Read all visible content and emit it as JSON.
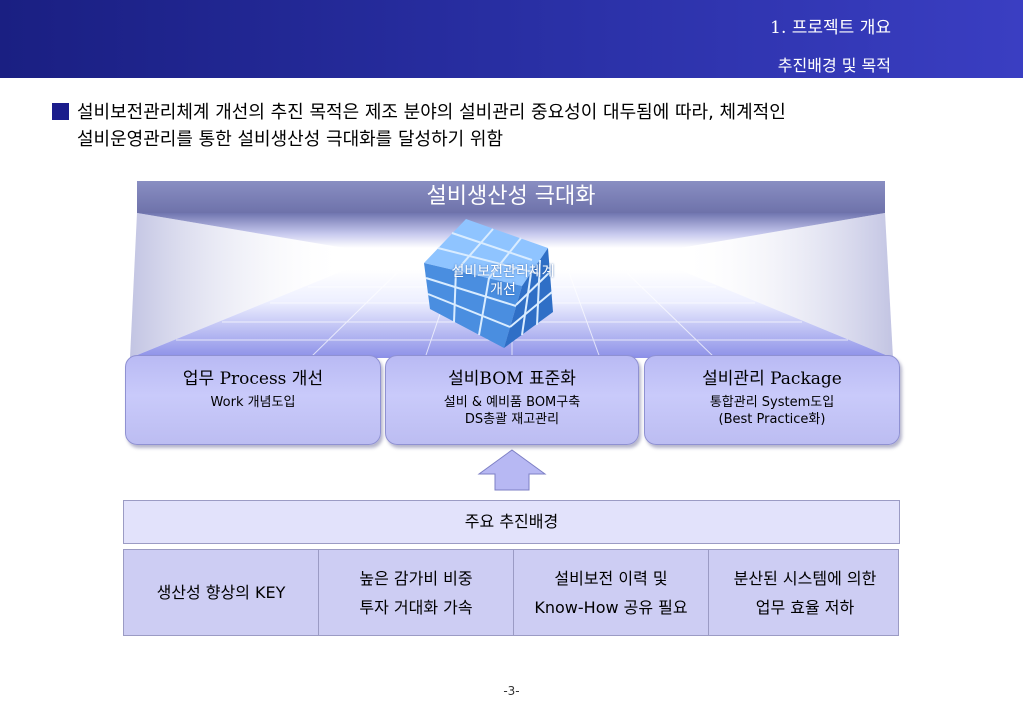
{
  "header": {
    "section_title": "1. 프로젝트 개요",
    "subtitle": "추진배경 및 목적"
  },
  "intro": {
    "line1": "설비보전관리체계 개선의 추진 목적은 제조 분야의 설비관리 중요성이 대두됨에 따라,   체계적인",
    "line2": "설비운영관리를 통한 설비생산성 극대화를 달성하기 위함"
  },
  "banner": {
    "label": "설비생산성 극대화"
  },
  "cube": {
    "label_line1": "설비보전관리체계",
    "label_line2": "개선"
  },
  "pillars": [
    {
      "title": "업무 Process 개선",
      "sub": "Work 개념도입"
    },
    {
      "title": "설비BOM 표준화",
      "sub": "설비 & 예비품 BOM구축\nDS총괄 재고관리"
    },
    {
      "title": "설비관리 Package",
      "sub": "통합관리 System도입\n(Best Practice화)"
    }
  ],
  "background": {
    "title": "주요 추진배경",
    "items": [
      "생산성 향상의 KEY",
      "높은 감가비 비중\n투자 거대화 가속",
      "설비보전 이력 및\nKnow-How 공유 필요",
      "분산된 시스템에 의한\n업무 효율 저하"
    ]
  },
  "page_number": "-3-",
  "colors": {
    "header_blue": "#1a1f82",
    "bullet": "#1b1d8c",
    "banner": "#7a7eb6",
    "pillar_fill": "#c3c4f7",
    "cube_blue": "#4d8fdc",
    "table_fill": "#cdcdf3"
  }
}
